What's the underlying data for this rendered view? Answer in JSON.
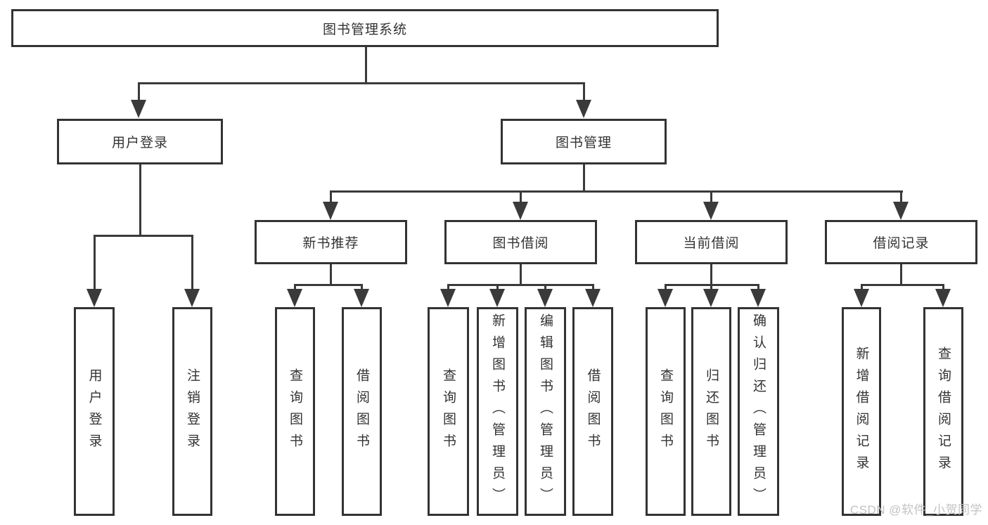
{
  "diagram": {
    "root": {
      "label": "图书管理系统"
    },
    "level1": [
      {
        "label": "用户登录"
      },
      {
        "label": "图书管理"
      }
    ],
    "level2": [
      {
        "label": "新书推荐"
      },
      {
        "label": "图书借阅"
      },
      {
        "label": "当前借阅"
      },
      {
        "label": "借阅记录"
      }
    ],
    "leaves": {
      "user_login": [
        "用户登录",
        "注销登录"
      ],
      "new_book_recommend": [
        "查询图书",
        "借阅图书"
      ],
      "book_borrow": [
        "查询图书",
        "新增图书（管理员）",
        "编辑图书（管理员）",
        "借阅图书"
      ],
      "current_borrow": [
        "查询图书",
        "归还图书",
        "确认归还（管理员）"
      ],
      "borrow_records": [
        "新增借阅记录",
        "查询借阅记录"
      ]
    }
  },
  "watermark": {
    "text": "CSDN @软件_小贺同学"
  },
  "colors": {
    "line": "#3a3a3a",
    "border": "#333333",
    "text": "#333333",
    "background": "#ffffff",
    "watermark": "#c2c2c2"
  }
}
